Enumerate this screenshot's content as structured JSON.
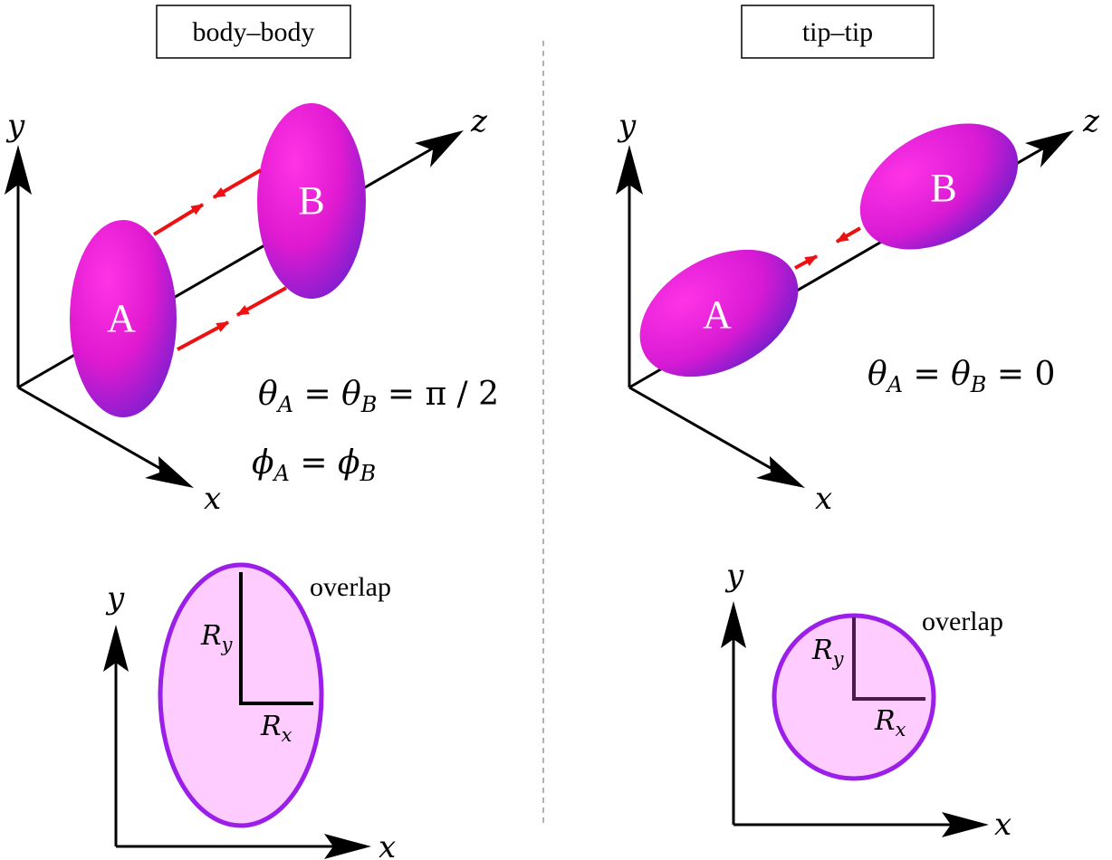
{
  "panels": {
    "left": {
      "title": "body–body",
      "axis_x": "x",
      "axis_y": "y",
      "axis_z": "z",
      "ellipsoid_a": "A",
      "ellipsoid_b": "B",
      "eq_theta": {
        "t": "θ",
        "s1": "A",
        "mid": " = θ",
        "s2": "B",
        "tail": " = π / 2"
      },
      "eq_phi": {
        "t": "ϕ",
        "s1": "A",
        "mid": " = ϕ",
        "s2": "B"
      },
      "overlap_label": "overlap",
      "cross_axis_x": "x",
      "cross_axis_y": "y",
      "ry": {
        "t": "R",
        "s": "y"
      },
      "rx": {
        "t": "R",
        "s": "x"
      }
    },
    "right": {
      "title": "tip–tip",
      "axis_x": "x",
      "axis_y": "y",
      "axis_z": "z",
      "ellipsoid_a": "A",
      "ellipsoid_b": "B",
      "eq_theta": {
        "t": "θ",
        "s1": "A",
        "mid": " = θ",
        "s2": "B",
        "tail": " = 0"
      },
      "overlap_label": "overlap",
      "cross_axis_x": "x",
      "cross_axis_y": "y",
      "ry": {
        "t": "R",
        "s": "y"
      },
      "rx": {
        "t": "R",
        "s": "x"
      }
    }
  },
  "colors": {
    "ellipsoid_light": "#ff22dd",
    "ellipsoid_dark": "#6a1fd0",
    "force_arrow": "#ee1111",
    "overlap_fill": "#ffccff",
    "overlap_stroke": "#9b1fe8",
    "axis": "#000000"
  }
}
